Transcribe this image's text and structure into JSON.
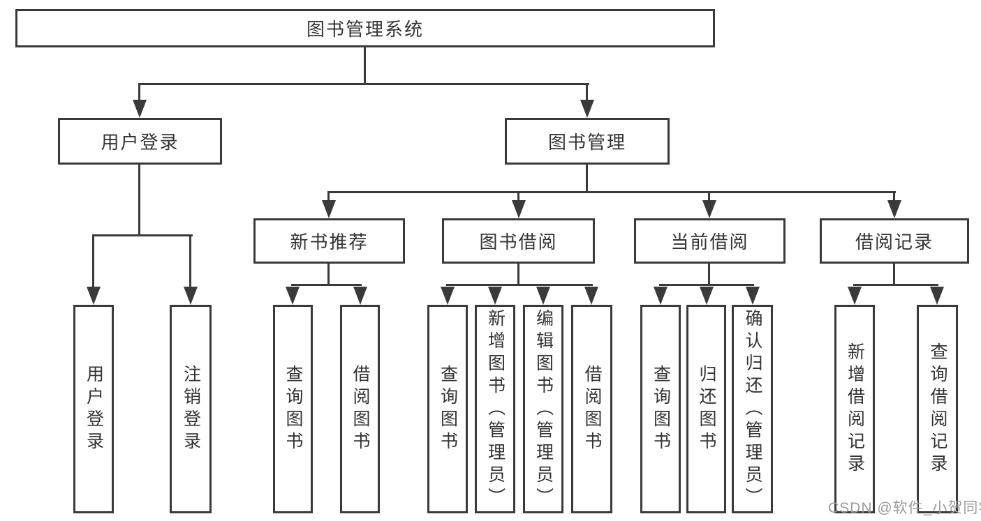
{
  "diagram": {
    "root": {
      "label": "图书管理系统"
    },
    "branches": {
      "user_login": {
        "label": "用户登录",
        "children": [
          {
            "label": "用户登录"
          },
          {
            "label": "注销登录"
          }
        ]
      },
      "book_management": {
        "label": "图书管理",
        "children": [
          {
            "label": "新书推荐",
            "children": [
              {
                "label": "查询图书"
              },
              {
                "label": "借阅图书"
              }
            ]
          },
          {
            "label": "图书借阅",
            "children": [
              {
                "label": "查询图书"
              },
              {
                "label": "新增图书（管理员）"
              },
              {
                "label": "编辑图书（管理员）"
              },
              {
                "label": "借阅图书"
              }
            ]
          },
          {
            "label": "当前借阅",
            "children": [
              {
                "label": "查询图书"
              },
              {
                "label": "归还图书"
              },
              {
                "label": "确认归还（管理员）"
              }
            ]
          },
          {
            "label": "借阅记录",
            "children": [
              {
                "label": "新增借阅记录"
              },
              {
                "label": "查询借阅记录"
              }
            ]
          }
        ]
      }
    }
  },
  "watermark": {
    "text": "CSDN @软件_小贺同学"
  },
  "colors": {
    "line": "#3a3a3a",
    "text": "#333333",
    "watermark": "#9c9c9c",
    "background": "#ffffff"
  }
}
